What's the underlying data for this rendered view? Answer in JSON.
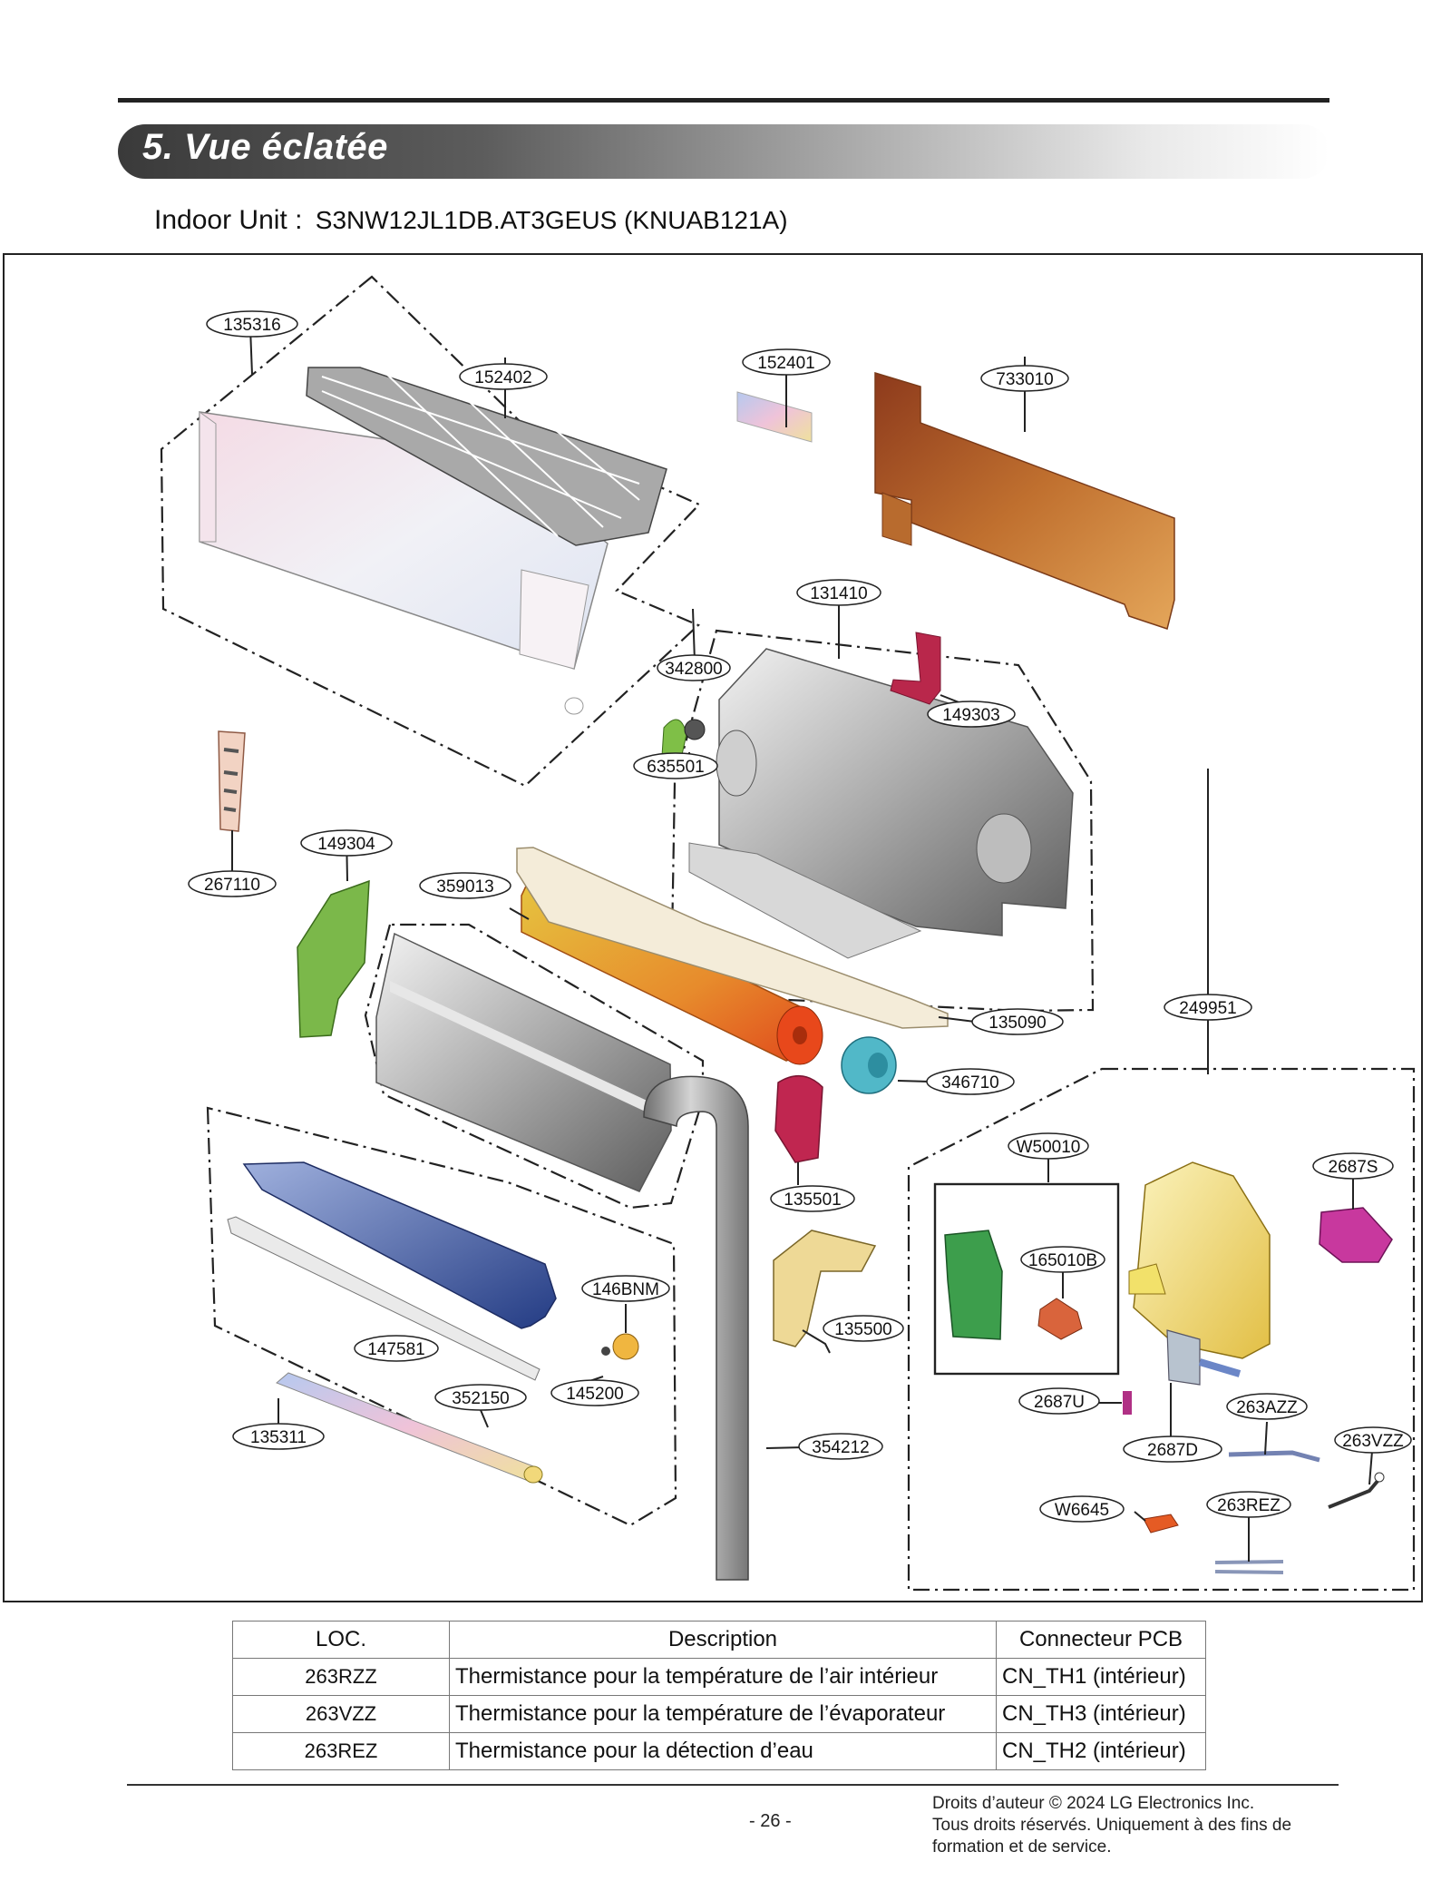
{
  "header": {
    "section_title": "5. Vue éclatée",
    "unit_label": "Indoor Unit :",
    "unit_model": "S3NW12JL1DB.AT3GEUS (KNUAB121A)"
  },
  "diagram": {
    "callouts": [
      "135316",
      "152402",
      "152401",
      "733010",
      "131410",
      "342800",
      "149303",
      "635501",
      "267110",
      "149304",
      "359013",
      "135090",
      "249951",
      "346710",
      "135501",
      "W50010",
      "2687S",
      "165010B",
      "146BNM",
      "135500",
      "147581",
      "145200",
      "352150",
      "135311",
      "2687U",
      "263AZZ",
      "263VZZ",
      "354212",
      "2687D",
      "W6645",
      "263REZ"
    ]
  },
  "legend": {
    "headers": [
      "LOC.",
      "Description",
      "Connecteur PCB"
    ],
    "rows": [
      {
        "loc": "263RZZ",
        "description": "Thermistance pour la température de l’air intérieur",
        "connector": "CN_TH1 (intérieur)"
      },
      {
        "loc": "263VZZ",
        "description": "Thermistance pour la température de l’évaporateur",
        "connector": "CN_TH3 (intérieur)"
      },
      {
        "loc": "263REZ",
        "description": "Thermistance pour la détection d’eau",
        "connector": "CN_TH2 (intérieur)"
      }
    ]
  },
  "footer": {
    "page_number": "- 26 -",
    "copyright_line1": "Droits d’auteur © 2024 LG Electronics Inc.",
    "copyright_line2": "Tous droits réservés. Uniquement à des fins de",
    "copyright_line3": "formation et de service."
  }
}
